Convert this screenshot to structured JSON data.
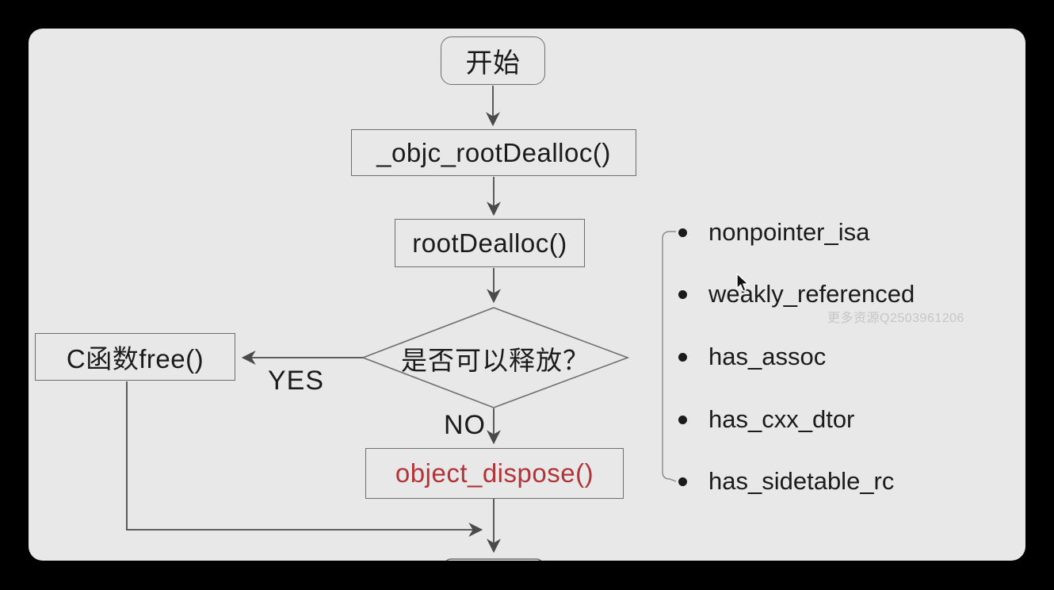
{
  "colors": {
    "canvas_background": "#000000",
    "slide_background": "#e8e8e8",
    "line_gray": "#4a4a4a",
    "border_gray": "#6e6e6e",
    "text_dark": "#1b1b1b",
    "accent_red": "#b23338",
    "watermark_gray": "#c6c6c6"
  },
  "flowchart": {
    "start_label": "开始",
    "objc_root_dealloc_label": "_objc_rootDealloc()",
    "root_dealloc_label": "rootDealloc()",
    "decision_label": "是否可以释放？",
    "yes_label": "YES",
    "no_label": "NO",
    "free_label": "C函数free()",
    "dispose_label": "object_dispose()"
  },
  "flags_panel": {
    "items": [
      "nonpointer_isa",
      "weakly_referenced",
      "has_assoc",
      "has_cxx_dtor",
      "has_sidetable_rc"
    ]
  },
  "watermark": "更多资源Q2503961206"
}
